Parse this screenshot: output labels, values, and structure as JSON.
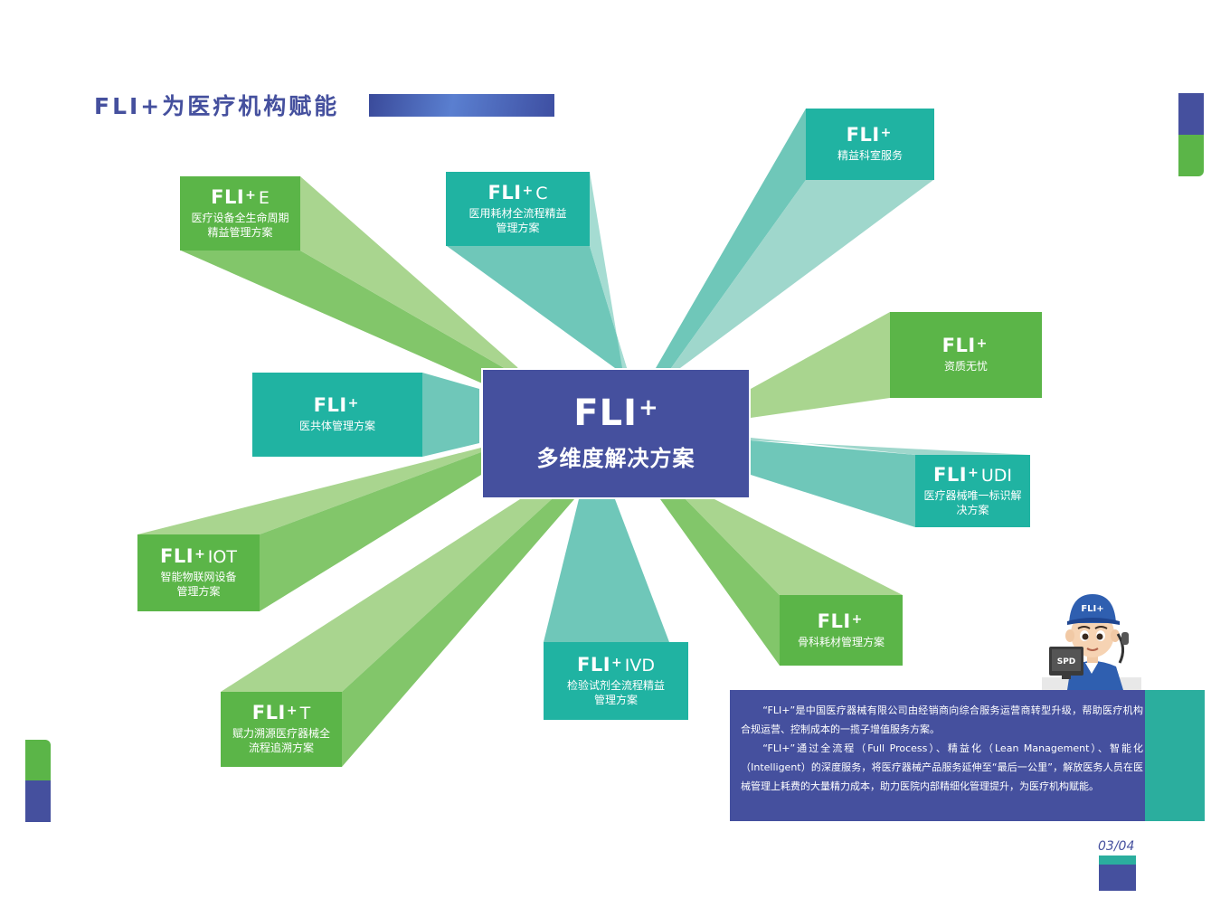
{
  "page": {
    "title": "FLI+为医疗机构赋能",
    "page_number": "03/04"
  },
  "colors": {
    "navy": "#45509e",
    "teal": "#20b3a2",
    "green": "#5bb548",
    "light_green": "#a9d58f",
    "light_teal": "#9fd7cc"
  },
  "center": {
    "logo": "FLI",
    "logo_plus": "+",
    "subtitle": "多维度解决方案"
  },
  "solutions": [
    {
      "logo": "FLI",
      "plus": "+",
      "suffix": "E",
      "desc_line1": "医疗设备全生命周期",
      "desc_line2": "精益管理方案"
    },
    {
      "logo": "FLI",
      "plus": "+",
      "suffix": "C",
      "desc_line1": "医用耗材全流程精益",
      "desc_line2": "管理方案"
    },
    {
      "logo": "FLI",
      "plus": "+",
      "suffix": "",
      "desc_line1": "精益科室服务",
      "desc_line2": ""
    },
    {
      "logo": "FLI",
      "plus": "+",
      "suffix": "",
      "desc_line1": "资质无忧",
      "desc_line2": ""
    },
    {
      "logo": "FLI",
      "plus": "+",
      "suffix": "",
      "desc_line1": "医共体管理方案",
      "desc_line2": ""
    },
    {
      "logo": "FLI",
      "plus": "+",
      "suffix": "UDI",
      "desc_line1": "医疗器械唯一标识解",
      "desc_line2": "决方案"
    },
    {
      "logo": "FLI",
      "plus": "+",
      "suffix": "IOT",
      "desc_line1": "智能物联网设备",
      "desc_line2": "管理方案"
    },
    {
      "logo": "FLI",
      "plus": "+",
      "suffix": "",
      "desc_line1": "骨科耗材管理方案",
      "desc_line2": ""
    },
    {
      "logo": "FLI",
      "plus": "+",
      "suffix": "IVD",
      "desc_line1": "检验试剂全流程精益",
      "desc_line2": "管理方案"
    },
    {
      "logo": "FLI",
      "plus": "+",
      "suffix": "T",
      "desc_line1": "赋力溯源医疗器械全",
      "desc_line2": "流程追溯方案"
    }
  ],
  "mascot": {
    "cap_text": "FLI+",
    "monitor_text": "SPD"
  },
  "description": {
    "para1": "“FLI+”是中国医疗器械有限公司由经销商向综合服务运营商转型升级，帮助医疗机构合规运营、控制成本的一揽子增值服务方案。",
    "para2": "“FLI+”通过全流程（Full Process）、精益化（Lean Management）、智能化（Intelligent）的深度服务，将医疗器械产品服务延伸至“最后一公里”，解放医务人员在医械管理上耗费的大量精力成本，助力医院内部精细化管理提升，为医疗机构赋能。"
  }
}
